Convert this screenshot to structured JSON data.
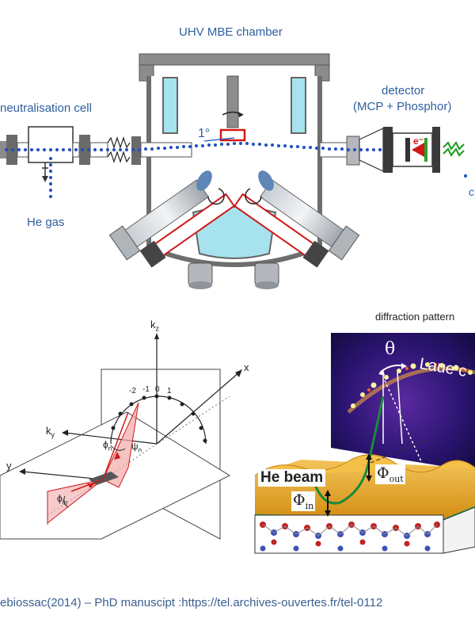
{
  "top": {
    "chamber_label": "UHV MBE chamber",
    "neutralisation_label": "neutralisation cell",
    "he_gas_label": "He gas",
    "detector_line1": "detector",
    "detector_line2": "(MCP + Phosphor)",
    "angle_label": "1°",
    "electron_label": "e⁻",
    "cut_label": "c"
  },
  "geometry_panel": {
    "axis_kz": "k",
    "axis_kz_sub": "z",
    "axis_ky": "k",
    "axis_ky_sub": "y",
    "axis_x": "x",
    "axis_y": "y",
    "orders": [
      "-2",
      "-1",
      "0",
      "1"
    ],
    "phi_n": "ϕ",
    "phi_n_sub": "n",
    "psi_n": "ψ",
    "psi_n_sub": "n",
    "phi_in": "ϕ",
    "phi_in_sub": "in"
  },
  "diffraction_panel": {
    "title": "diffraction pattern",
    "theta": "θ",
    "laue": "Laue c",
    "he_beam": "He beam",
    "phi_out": "Φ",
    "phi_out_sub": "out",
    "phi_in": "Φ",
    "phi_in_sub": "in"
  },
  "credit": "ebiossac(2014) – PhD manuscipt :https://tel.archives-ouvertes.fr/tel-0112",
  "colors": {
    "beam": "#1f4fbf",
    "chamber_gray": "#8a8a8a",
    "chamber_fill": "#a6e3ee",
    "red": "#d01818",
    "label_blue": "#2e5f9e"
  }
}
